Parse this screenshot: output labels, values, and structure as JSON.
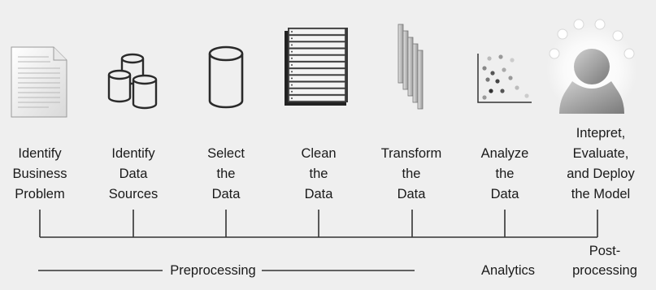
{
  "steps": [
    {
      "id": "identify-business-problem",
      "label": "Identify\nBusiness\nProblem",
      "icon": "document-icon"
    },
    {
      "id": "identify-data-sources",
      "label": "Identify\nData\nSources",
      "icon": "database-cluster-icon"
    },
    {
      "id": "select-the-data",
      "label": "Select\nthe\nData",
      "icon": "database-cylinder-icon"
    },
    {
      "id": "clean-the-data",
      "label": "Clean\nthe\nData",
      "icon": "server-rack-icon"
    },
    {
      "id": "transform-the-data",
      "label": "Transform\nthe\nData",
      "icon": "stacked-panels-icon"
    },
    {
      "id": "analyze-the-data",
      "label": "Analyze\nthe\nData",
      "icon": "scatter-plot-icon"
    },
    {
      "id": "interpret-evaluate-deploy",
      "label": "Intepret,\nEvaluate,\nand Deploy\nthe Model",
      "icon": "person-lightbulbs-icon"
    }
  ],
  "phases": {
    "preprocessing": "Preprocessing",
    "analytics": "Analytics",
    "postprocessing": "Post-\nprocessing"
  },
  "colors": {
    "background": "#efefef",
    "line": "#333333",
    "icon_stroke": "#2a2a2a"
  }
}
